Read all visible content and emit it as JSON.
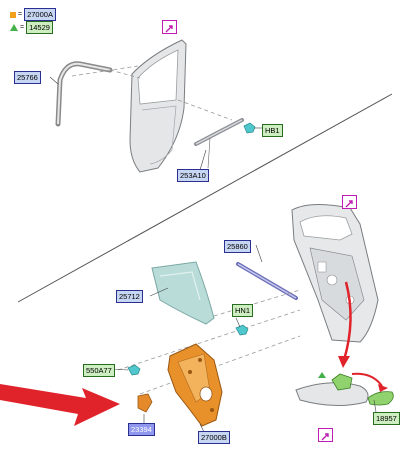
{
  "legend": {
    "orange_code": "27000A",
    "green_code": "14529"
  },
  "labels": {
    "l25766": "25766",
    "lHB1": "HB1",
    "l253A10": "253A10",
    "l25860": "25860",
    "l25712": "25712",
    "lHN1": "HN1",
    "l550A77": "550A77",
    "l23394": "23394",
    "l27000B": "27000B",
    "l18957": "18957"
  },
  "colors": {
    "tag_bg": "#c7d6f2",
    "tag_green_bg": "#cdeec0",
    "orange_part": "#e8902a",
    "arrow_red": "#e0232a",
    "glass_teal": "#b9dcd8",
    "icon_magenta": "#c01eb0"
  },
  "icons": [
    "edit-icon",
    "orange-square-icon",
    "green-triangle-icon",
    "red-callout-arrow"
  ]
}
